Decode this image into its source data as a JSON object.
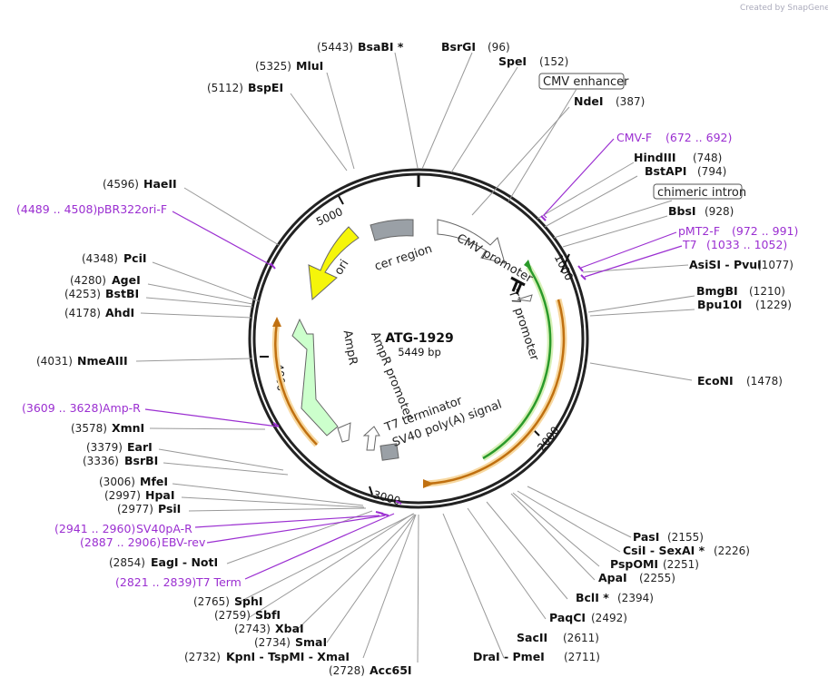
{
  "brand": "Created by SnapGene",
  "plasmid": {
    "name": "ATG-1929",
    "size": "5449 bp"
  },
  "ticks": [
    "1000",
    "2000",
    "3000",
    "4000",
    "5000"
  ],
  "features": [
    "cer region",
    "ori",
    "AmpR",
    "AmpR promoter",
    "CMV promoter",
    "T7 promoter",
    "T7 terminator",
    "SV40 poly(A) signal"
  ],
  "boxed_labels": [
    "CMV enhancer",
    "chimeric intron"
  ],
  "enzymes": [
    {
      "name": "BsaBI *",
      "pos": "(5443)"
    },
    {
      "name": "BsrGI",
      "pos": "(96)"
    },
    {
      "name": "SpeI",
      "pos": "(152)"
    },
    {
      "name": "MluI",
      "pos": "(5325)"
    },
    {
      "name": "BspEI",
      "pos": "(5112)"
    },
    {
      "name": "NdeI",
      "pos": "(387)"
    },
    {
      "name": "HindIII",
      "pos": "(748)"
    },
    {
      "name": "BstAPI",
      "pos": "(794)"
    },
    {
      "name": "HaeII",
      "pos": "(4596)"
    },
    {
      "name": "BbsI",
      "pos": "(928)"
    },
    {
      "name": "AsiSI  -  PvuI",
      "pos": "(1077)"
    },
    {
      "name": "PciI",
      "pos": "(4348)"
    },
    {
      "name": "AgeI",
      "pos": "(4280)"
    },
    {
      "name": "BstBI",
      "pos": "(4253)"
    },
    {
      "name": "BmgBI",
      "pos": "(1210)"
    },
    {
      "name": "Bpu10I",
      "pos": "(1229)"
    },
    {
      "name": "AhdI",
      "pos": "(4178)"
    },
    {
      "name": "NmeAIII",
      "pos": "(4031)"
    },
    {
      "name": "EcoNI",
      "pos": "(1478)"
    },
    {
      "name": "XmnI",
      "pos": "(3578)"
    },
    {
      "name": "EarI",
      "pos": "(3379)"
    },
    {
      "name": "BsrBI",
      "pos": "(3336)"
    },
    {
      "name": "MfeI",
      "pos": "(3006)"
    },
    {
      "name": "HpaI",
      "pos": "(2997)"
    },
    {
      "name": "PsiI",
      "pos": "(2977)"
    },
    {
      "name": "PasI",
      "pos": "(2155)"
    },
    {
      "name": "CsiI  -  SexAI *",
      "pos": "(2226)"
    },
    {
      "name": "PspOMI",
      "pos": "(2251)"
    },
    {
      "name": "ApaI",
      "pos": "(2255)"
    },
    {
      "name": "EagI  -  NotI",
      "pos": "(2854)"
    },
    {
      "name": "BclI *",
      "pos": "(2394)"
    },
    {
      "name": "PaqCI",
      "pos": "(2492)"
    },
    {
      "name": "SphI",
      "pos": "(2765)"
    },
    {
      "name": "SbfI",
      "pos": "(2759)"
    },
    {
      "name": "SacII",
      "pos": "(2611)"
    },
    {
      "name": "XbaI",
      "pos": "(2743)"
    },
    {
      "name": "SmaI",
      "pos": "(2734)"
    },
    {
      "name": "KpnI  -  TspMI  -  XmaI",
      "pos": "(2732)"
    },
    {
      "name": "DraI  -  PmeI",
      "pos": "(2711)"
    },
    {
      "name": "Acc65I",
      "pos": "(2728)"
    }
  ],
  "primers": [
    {
      "name": "CMV-F",
      "pos": "(672 .. 692)"
    },
    {
      "name": "pMT2-F",
      "pos": "(972 .. 991)"
    },
    {
      "name": "T7",
      "pos": "(1033 .. 1052)"
    },
    {
      "name": "pBR322ori-F",
      "pos": "(4489 .. 4508)"
    },
    {
      "name": "Amp-R",
      "pos": "(3609 .. 3628)"
    },
    {
      "name": "SV40pA-R",
      "pos": "(2941 .. 2960)"
    },
    {
      "name": "EBV-rev",
      "pos": "(2887 .. 2906)"
    },
    {
      "name": "T7 Term",
      "pos": "(2821 .. 2839)"
    }
  ],
  "colors": {
    "primer": "#9b2fd1",
    "ori": "#f5f50a",
    "amp": "#ccffcc",
    "orf_orange": "#f0a020",
    "orf_green": "#30b030",
    "gray_region": "#999999"
  }
}
